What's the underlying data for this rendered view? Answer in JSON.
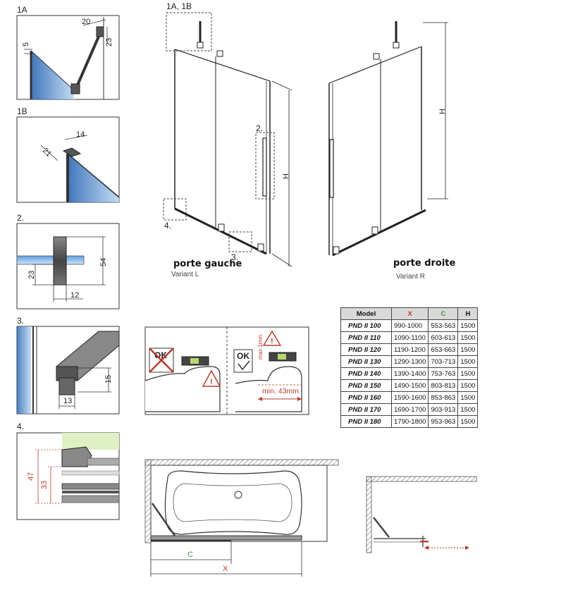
{
  "panel_labels": {
    "p1a": "1A",
    "p1b": "1B",
    "p2": "2.",
    "p3": "3.",
    "p4": "4.",
    "callout_1a1b": "1A, 1B",
    "callout_2": "2.",
    "callout_3": "3.",
    "callout_4": "4."
  },
  "dims": {
    "d1a_20": "20",
    "d1a_23": "23",
    "d1a_5": "5",
    "d1b_14": "14",
    "d1b_21": "21",
    "d2_54": "54",
    "d2_23": "23",
    "d2_12": "12",
    "d3_15": "15",
    "d3_13": "13",
    "d4_47": "47",
    "d4_33": "33",
    "h_left": "H",
    "h_right": "H",
    "c": "C",
    "x": "X"
  },
  "doors": {
    "left_title": "porte gauche",
    "left_variant": "Variant L",
    "right_title": "porte droite",
    "right_variant": "Variant R"
  },
  "level_box": {
    "ok_crossed": "OK",
    "ok": "OK",
    "max": "max 1mm",
    "min": "min. 43mm"
  },
  "table": {
    "headers": [
      "Model",
      "X",
      "C",
      "H"
    ],
    "rows": [
      [
        "PND II 100",
        "990-1000",
        "553-563",
        "1500"
      ],
      [
        "PND II 110",
        "1090-1100",
        "603-613",
        "1500"
      ],
      [
        "PND II 120",
        "1190-1200",
        "653-663",
        "1500"
      ],
      [
        "PND II 130",
        "1290-1300",
        "703-713",
        "1500"
      ],
      [
        "PND II 140",
        "1390-1400",
        "753-763",
        "1500"
      ],
      [
        "PND II 150",
        "1490-1500",
        "803-813",
        "1500"
      ],
      [
        "PND II 160",
        "1590-1600",
        "853-863",
        "1500"
      ],
      [
        "PND II 170",
        "1690-1700",
        "903-913",
        "1500"
      ],
      [
        "PND II 180",
        "1790-1800",
        "953-963",
        "1500"
      ]
    ]
  },
  "colors": {
    "glass": "#3f86d1",
    "dim_red": "#c0392b",
    "dim_green": "#3a9a3a",
    "wall_hatch": "#777777"
  }
}
